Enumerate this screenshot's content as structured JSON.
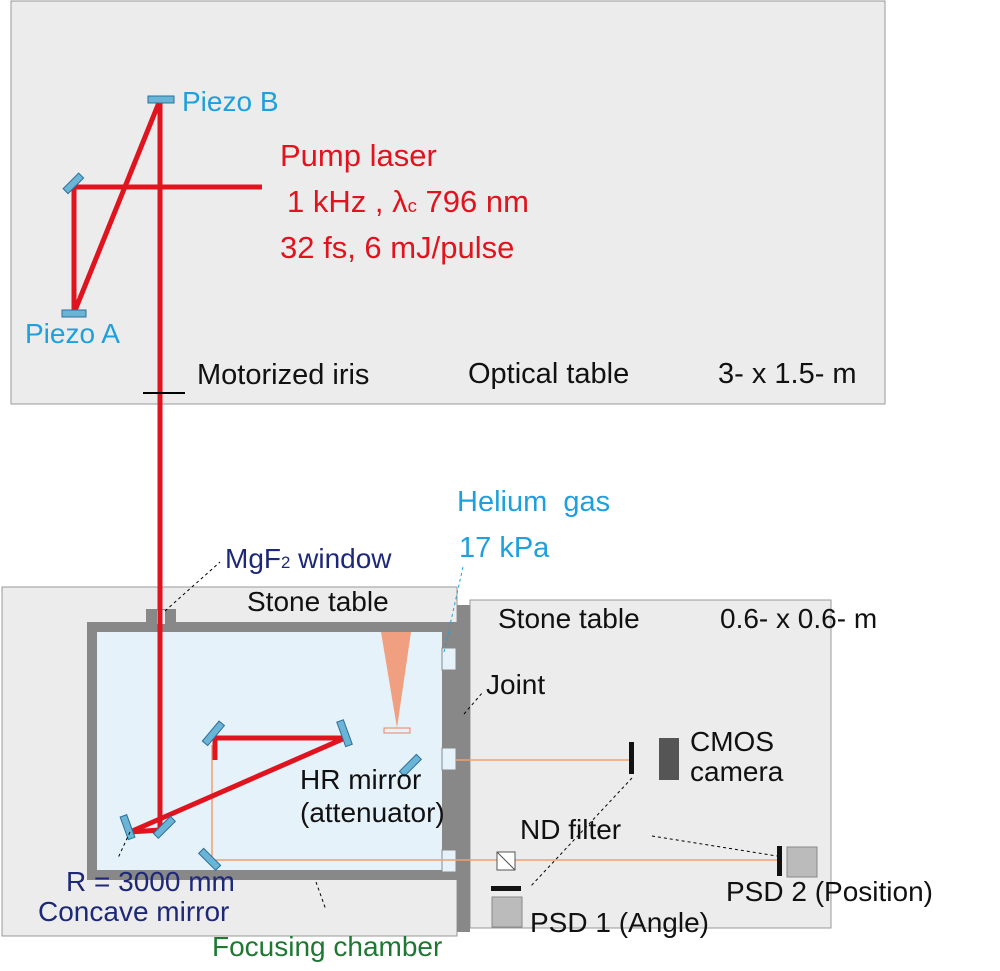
{
  "optical_table": {
    "label": "Optical table",
    "size": "3- x 1.5- m"
  },
  "pump_laser": {
    "title": "Pump laser",
    "rep_rate": "1 kHz ,",
    "lambda_symbol": "λ",
    "lambda_sub": "c",
    "wavelength": "796 nm",
    "pulse": "32 fs, 6 mJ/pulse"
  },
  "piezo_a": "Piezo A",
  "piezo_b": "Piezo B",
  "motorized_iris": "Motorized iris",
  "helium": {
    "line1": "Helium  gas",
    "line2": "17 kPa"
  },
  "mgf2_window": {
    "main": "MgF",
    "sub": "2",
    "rest": " window"
  },
  "stone_table_left": "Stone table",
  "stone_table_right": {
    "label": "Stone table",
    "size": "0.6- x 0.6- m"
  },
  "joint": "Joint",
  "cmos_camera": {
    "line1": "CMOS",
    "line2": "camera"
  },
  "hr_mirror": {
    "line1": "HR mirror",
    "line2": "(attenuator)"
  },
  "nd_filter": "ND filter",
  "concave_mirror": {
    "line1": "R = 3000 mm",
    "line2": "Concave mirror"
  },
  "focusing_chamber": "Focusing chamber",
  "psd1": "PSD 1 (Angle)",
  "psd2": "PSD 2 (Position)",
  "colors": {
    "laser": "#e0141e",
    "probe": "#f0a070",
    "blue_label": "#1ea0dc",
    "navy_label": "#1e2878",
    "green_label": "#1e7832",
    "table_fill": "#ececec",
    "chamber_inner": "#e6f2fa",
    "mirror": "#6ab4d6"
  }
}
